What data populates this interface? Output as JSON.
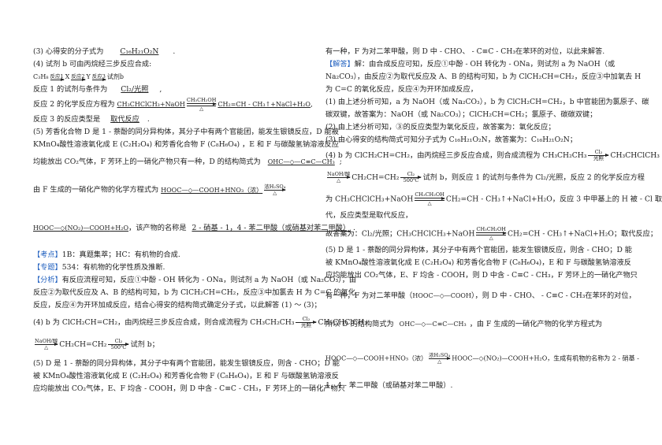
{
  "left": {
    "l1": "(3) 心得安的分子式为",
    "l1_blank": "C₁₆H₂₁O₂N",
    "l1_end": ".",
    "l2": "(4) 试剂 b 可由丙烷经三步反应合成:",
    "l3_a": "C₃H₈",
    "l3_r1": "反应1",
    "l3_x": "X",
    "l3_r2": "反应2",
    "l3_y": "Y",
    "l3_r3": "反应3",
    "l3_b": "试剂b",
    "l4": "反应 1 的试剂与条件为",
    "l4_blank": "Cl₂/光照",
    "l4_end": ",",
    "l5": "反应 2 的化学反应方程为",
    "l5_eq_left": "CH₃CHClCH₃+NaOH",
    "l5_eq_top": "CH₃CH₂OH",
    "l5_eq_right": "CH₂=CH - CH₃↑+NaCl+H₂O",
    "l5_end": ",",
    "l6": "反应 3 的反应类型是",
    "l6_blank": "取代反应",
    "l6_end": ".",
    "l7": "(5) 芳香化合物 D 是 1 - 萘酚的同分异构体，其分子中有两个官能团，能发生银镜反应，D 能被",
    "l8": "KMnO₄酸性溶液氧化成 E (C₂H₂O₄) 和芳香化合物 F (C₈H₆O₄) ，E 和 F 与碳酸氢钠溶液反应",
    "l9": "均能放出 CO₂气体，F 芳环上的一硝化产物只有一种，D 的结构简式为",
    "l9_mol": "OHC—◇—C≡C—CH₃",
    "l9_end": ";",
    "l10": "由 F 生成的一硝化产物的化学方程式为",
    "l10_mol": "HOOC—◇—COOH",
    "l10_plus": "+HNO₃（浓）",
    "l10_top": "浓H₂SO₄",
    "l11_mol": "HOOC—◇(NO₂)—COOH",
    "l11_h2o": "+H₂O",
    "l11_mid": "，该产物的名称是",
    "l11_blank": "2 - 硝基 - 1，4 - 苯二甲酸（或硝基对苯二甲酸）",
    "l11_end": ".",
    "k1_tag": "【考点】",
    "k1": "1B：真题集萃；HC：有机物的合成.",
    "k2_tag": "【专题】",
    "k2": "534：有机物的化学性质及推断.",
    "k3_tag": "【分析】",
    "k3": "有反应流程可知，反应①中酚 - OH 转化为 - ONa，则试剂 a 为 NaOH（或 Na₂CO₃），由",
    "k4": "反应②为取代反应及 A、B 的结构可知，b 为 ClCH₂CH=CH₂，反应③中加氯去 H 为 C=C 的氧化",
    "k5": "反应，反应④为开环加成反应，结合心得安的结构简式确定分子式，以此解答 (1) ～ (3)；",
    "k6": "(4) b 为 ClCH₂CH=CH₂，由丙烷经三步反应合成，则合成流程为 CH₃CH₂CH₃",
    "k6_top": "Cl₂",
    "k6_bot": "光照",
    "k6_end": "CH₃CHClCH₃",
    "k7_top": "NaOH/醇",
    "k7_mid": "CH₂CH=CH₂",
    "k7_top2": "Cl₂",
    "k7_bot2": "500℃",
    "k7_end": "试剂 b；",
    "k8": "(5) D 是 1 - 萘酚的同分异构体，其分子中有两个官能团，能发生银镜反应，则含 - CHO；D 能",
    "k9": "被 KMnO₄酸性溶液氧化成 E (C₂H₂O₄) 和芳香化合物 F (C₈H₆O₄)，E 和 F 与碳酸氢钠溶液反",
    "k10": "应均能放出 CO₂气体，E、F 均含 - COOH，则 D 中含 - C≡C - CH₃，F 芳环上的一硝化产物只"
  },
  "right": {
    "r1": "有一种，F 为对二苯甲酸，则 D 中 - CHO、 - C≡C - CH₃在苯环的对位，以此来解答.",
    "r2_tag": "【解答】",
    "r2": "解：由合成反应可知，反应①中酚 - OH 转化为 - ONa，则试剂 a 为 NaOH（或",
    "r3": "Na₂CO₃），由反应②为取代反应及 A、B 的结构可知，b 为 ClCH₂CH=CH₂，反应③中加氧去 H",
    "r4": "为 C=C 的氧化反应，反应④为开环加成反应，",
    "r5": "(1) 由上述分析可知，a 为 NaOH（或 Na₂CO₃），b 为 ClCH₂CH=CH₂，b 中官能团为氯原子、碳",
    "r6": "碳双键，故答案为：NaOH（或 Na₂CO₃）；ClCH₂CH=CH₂；氯原子、碳碳双键；",
    "r7": "(2) 由上述分析可知，③的反应类型为氧化反应，故答案为：氧化反应；",
    "r8": "(3) 由心得安的结构简式可知分子式为 C₁₆H₂₁O₂N，故答案为：C₁₆H₂₁O₂N；",
    "r9": "(4) b 为 ClCH₂CH=CH₂，由丙烷经三步反应合成，则合成流程为 CH₃CH₂CH₃",
    "r9_top": "Cl₂",
    "r9_bot": "光照",
    "r9_end": "CH₃CHClCH₃",
    "r10_top": "NaOH/醇",
    "r10_mid": "CH₂CH=CH₂",
    "r10_top2": "Cl₂",
    "r10_bot2": "500℃",
    "r10_end": "试剂 b，则反应 1 的试剂与条件为 Cl₂/光照，反应 2 的化学反应方程",
    "r11": "为 CH₃CHClCH₃+NaOH",
    "r11_top": "CH₃CH₂OH",
    "r11_end": "CH₂=CH - CH₃↑+NaCl+H₂O，反应 3 中甲基上的 H 被 - Cl 取",
    "r12": "代，反应类型是取代反应，",
    "r13": "故答案为：Cl₂/光照；CH₃CHClCH₃+NaOH",
    "r13_top": "CH₃CH₂OH",
    "r13_end": "CH₂=CH - CH₃↑+NaCl+H₂O；取代反应；",
    "r14": "(5) D 是 1 - 萘酚的同分异构体，其分子中有两个官能团，能发生银镜反应，则含 - CHO；D 能",
    "r15": "被 KMnO₄酸性溶液氧化成 E (C₂H₂O₄) 和芳香化合物 F (C₈H₆O₄)，E 和 F 与碳酸氢钠溶液反",
    "r16": "应均能放出 CO₂气体，E、F 均含 - COOH，则 D 中含 - C≡C - CH₃，F 芳环上的一硝化产物只",
    "r17": "有一种，F 为对二苯甲酸（",
    "r17_mol": "HOOC—◇—COOH",
    "r17_end": "），则 D 中 - CHO、 - C≡C - CH₃在苯环的对位，",
    "r18": "所以 D 的结构简式为",
    "r18_mol": "OHC—◇—C≡C—CH₃",
    "r18_end": "，由 F 生成的一硝化产物的化学方程式为",
    "r19_mol": "HOOC—◇—COOH",
    "r19_plus": "+HNO₃（浓）",
    "r19_top": "浓H₂SO₄",
    "r19_mol2": "HOOC—◇(NO₂)—COOH",
    "r19_end": "+H₂O，生成有机物的名称为 2 - 硝基 -",
    "r20": "1，4 - 苯二甲酸（或硝基对苯二甲酸）."
  }
}
